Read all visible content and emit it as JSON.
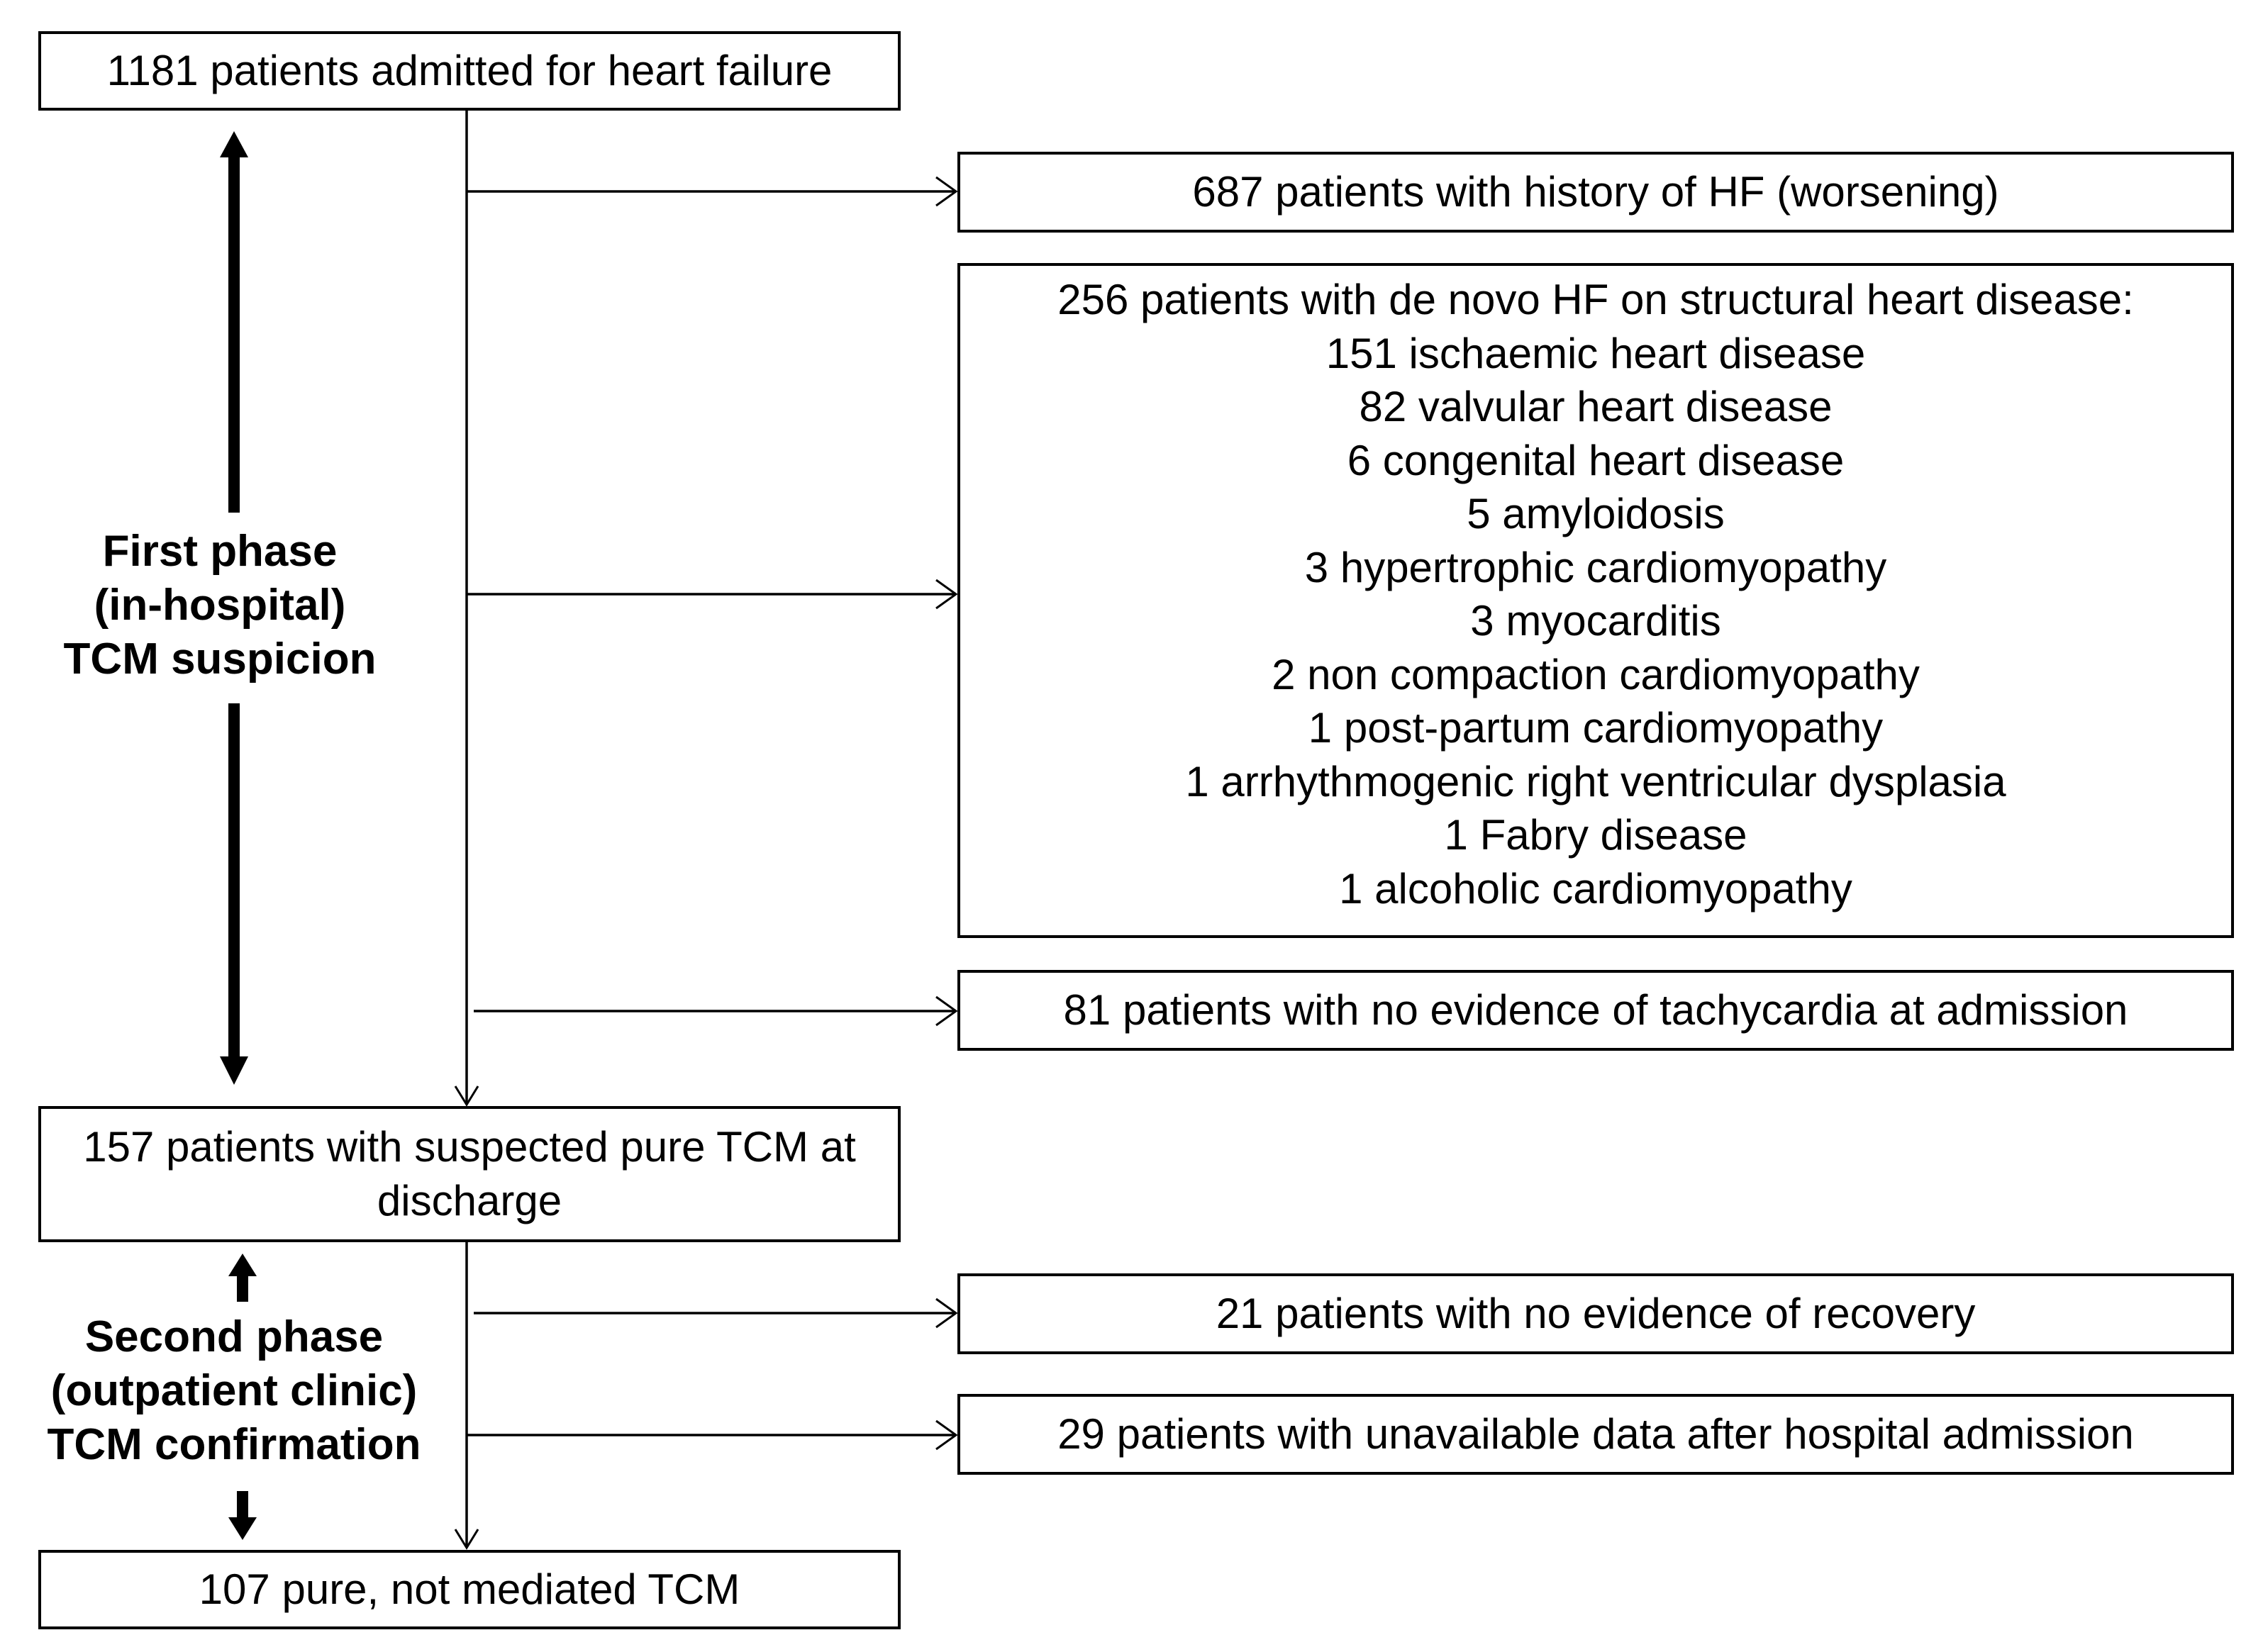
{
  "flow": {
    "top_box": "1181 patients admitted for heart failure",
    "mid_box": "157 patients with suspected pure TCM at discharge",
    "mid_box_lines": [
      "157 patients with suspected pure TCM at",
      "discharge"
    ],
    "bottom_box": "107 pure, not mediated TCM"
  },
  "exclusions": {
    "history": "687 patients with history of HF (worsening)",
    "structural": {
      "header": "256 patients with de novo HF on structural heart disease:",
      "items": [
        "151 ischaemic heart disease",
        "82 valvular heart disease",
        "6 congenital heart disease",
        "5 amyloidosis",
        "3 hypertrophic cardiomyopathy",
        "3 myocarditis",
        "2 non compaction cardiomyopathy",
        "1 post-partum cardiomyopathy",
        "1 arrhythmogenic right ventricular dysplasia",
        "1 Fabry disease",
        "1 alcoholic cardiomyopathy"
      ]
    },
    "no_tachycardia": "81 patients with no evidence of tachycardia at admission",
    "no_recovery": "21 patients with no evidence of recovery",
    "unavailable": "29 patients with unavailable data after hospital admission"
  },
  "phases": {
    "first": [
      "First phase",
      "(in-hospital)",
      "TCM suspicion"
    ],
    "second": [
      "Second phase",
      "(outpatient clinic)",
      "TCM confirmation"
    ]
  },
  "colors": {
    "line": "#000000",
    "background": "#ffffff"
  }
}
